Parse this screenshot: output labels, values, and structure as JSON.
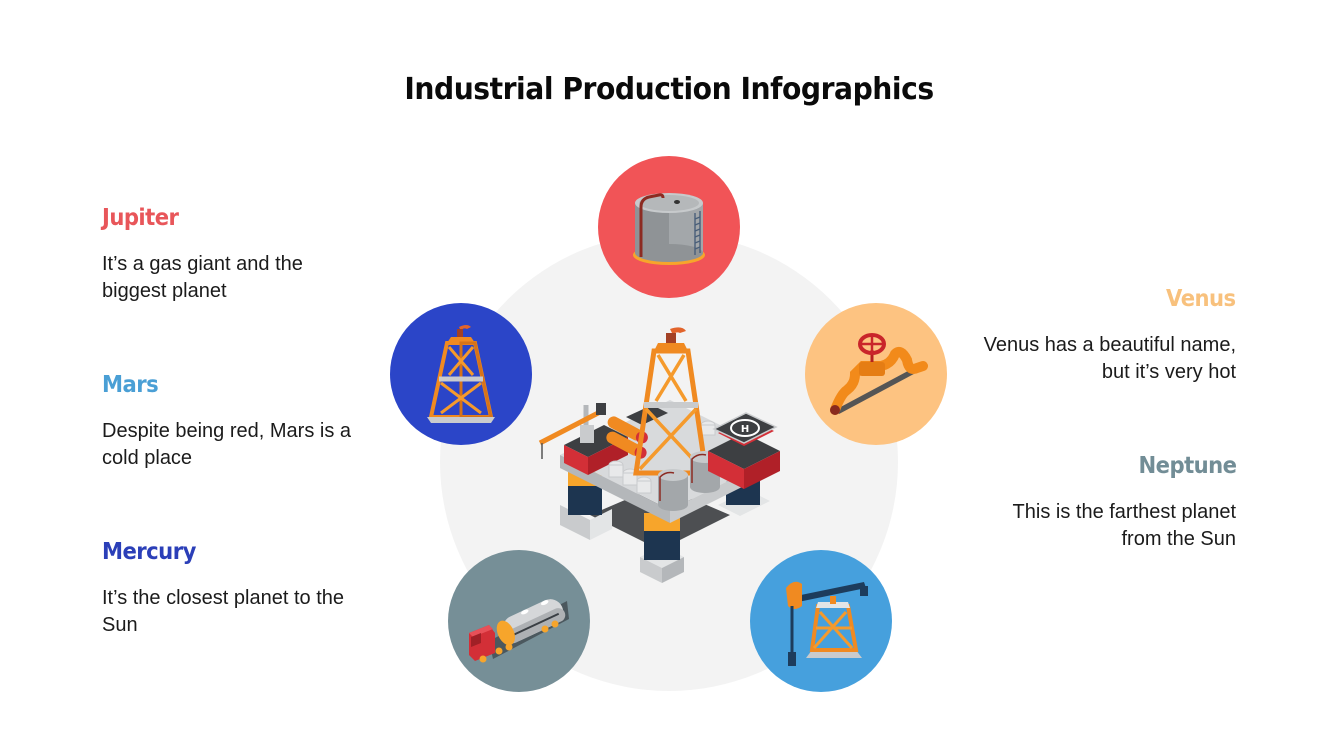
{
  "header": {
    "title": "Industrial Production Infographics"
  },
  "items": [
    {
      "id": "jupiter",
      "heading": "Jupiter",
      "description": "It’s a gas giant and the biggest planet",
      "color": "#e8565a",
      "side": "left",
      "icon": "storage-tank-icon",
      "icon_bg": "#f15457"
    },
    {
      "id": "mars",
      "heading": "Mars",
      "description": "Despite being red, Mars is a cold place",
      "color": "#4a9fd5",
      "side": "left",
      "icon": "oil-derrick-icon",
      "icon_bg": "#2b45c8"
    },
    {
      "id": "mercury",
      "heading": "Mercury",
      "description": "It’s the closest planet to the Sun",
      "color": "#2b3fb8",
      "side": "left",
      "icon": "tanker-truck-icon",
      "icon_bg": "#768f97"
    },
    {
      "id": "venus",
      "heading": "Venus",
      "description": "Venus has a beautiful name, but it’s very hot",
      "color": "#f8c17d",
      "side": "right",
      "icon": "pipeline-valve-icon",
      "icon_bg": "#fdc381"
    },
    {
      "id": "neptune",
      "heading": "Neptune",
      "description": "This is the farthest planet from the Sun",
      "color": "#728d96",
      "side": "right",
      "icon": "pumpjack-icon",
      "icon_bg": "#46a0dd"
    }
  ],
  "center": {
    "icon": "offshore-oil-platform-icon",
    "background": "#f3f3f3"
  }
}
